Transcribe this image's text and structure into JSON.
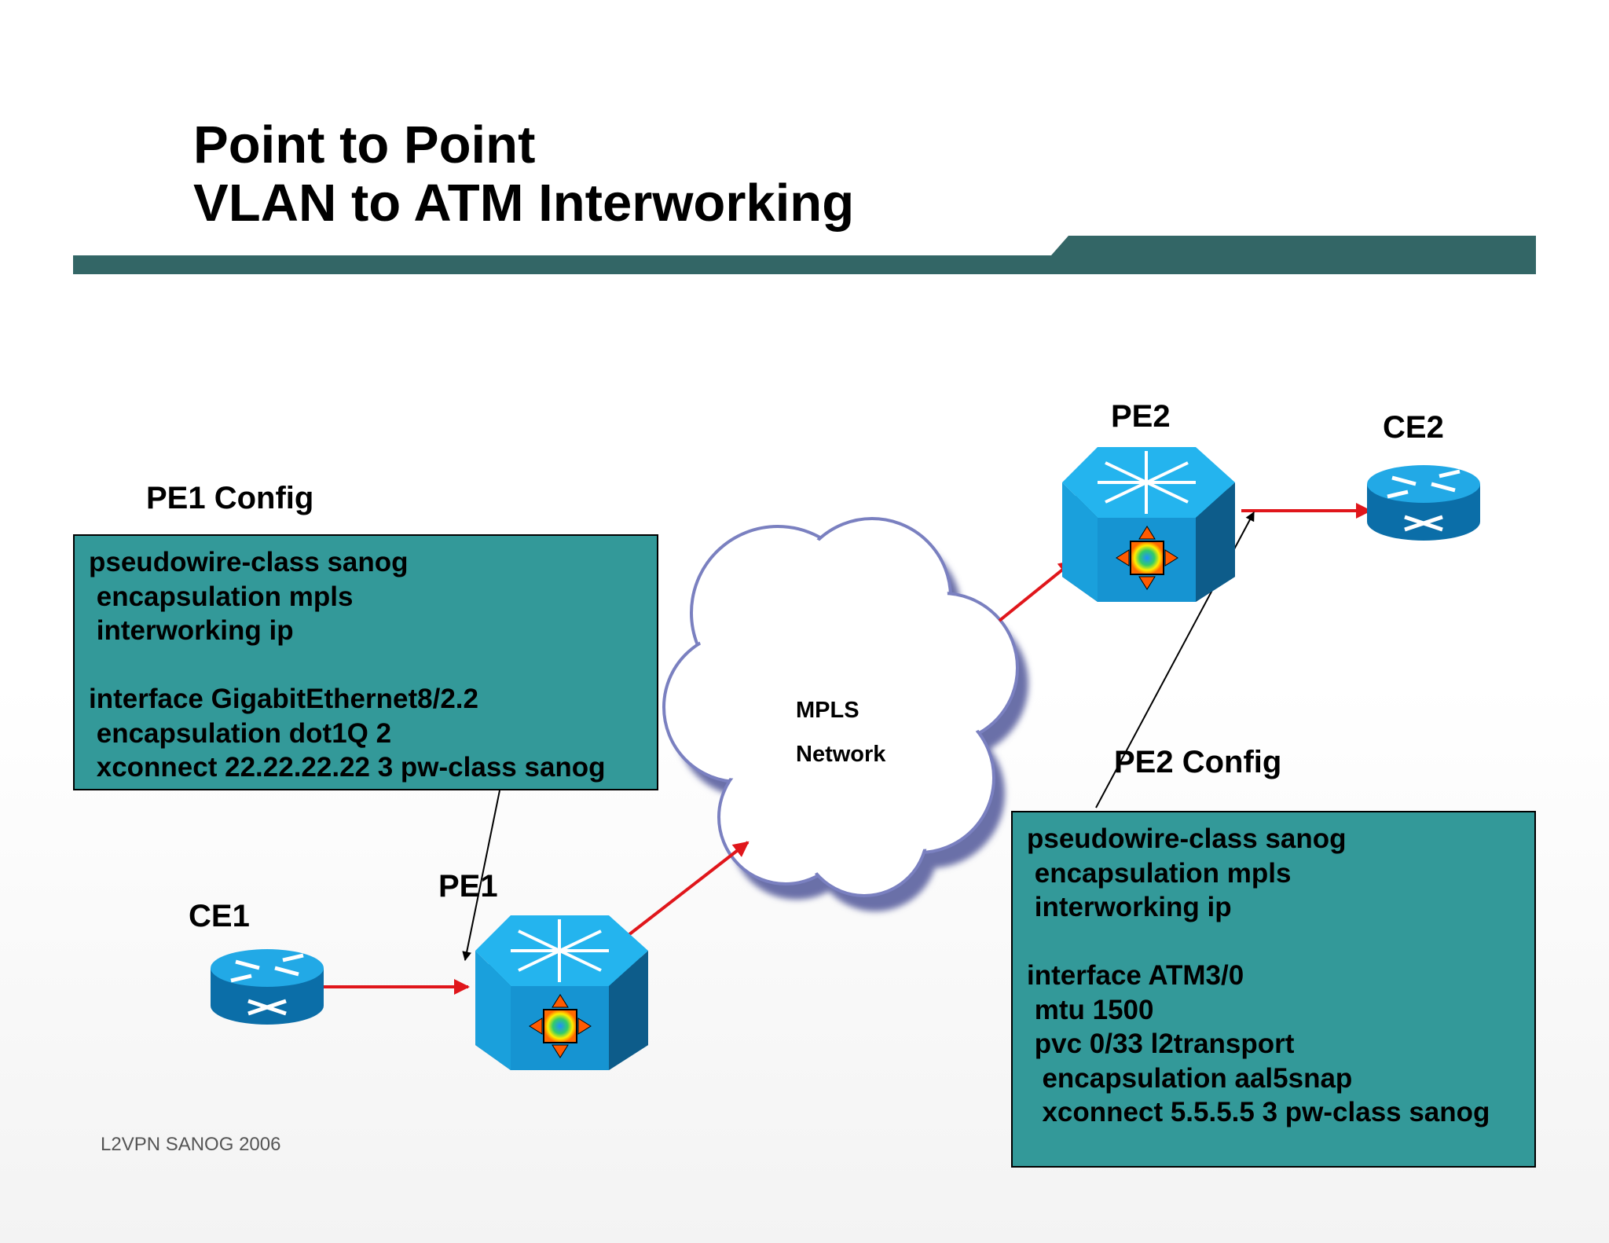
{
  "title": {
    "line1": "Point to Point",
    "line2": "VLAN to ATM Interworking"
  },
  "colors": {
    "title_bar": "#336666",
    "config_box": "#339999",
    "link_arrow": "#e0161b",
    "device_blue": "#1fa3e0",
    "cloud_outline": "#6a6fb0"
  },
  "nodes": {
    "ce1": {
      "label": "CE1",
      "icon": "router-icon"
    },
    "pe1": {
      "label": "PE1",
      "icon": "multilayer-switch-icon"
    },
    "pe2": {
      "label": "PE2",
      "icon": "multilayer-switch-icon"
    },
    "ce2": {
      "label": "CE2",
      "icon": "router-icon"
    }
  },
  "cloud": {
    "line1": "MPLS",
    "line2": "Network",
    "icon": "cloud-icon"
  },
  "pe1_config": {
    "heading": "PE1 Config",
    "lines": [
      "pseudowire-class sanog",
      " encapsulation mpls",
      " interworking ip",
      "",
      "interface GigabitEthernet8/2.2",
      " encapsulation dot1Q 2",
      " xconnect 22.22.22.22 3 pw-class sanog"
    ]
  },
  "pe2_config": {
    "heading": "PE2 Config",
    "lines": [
      "pseudowire-class sanog",
      " encapsulation mpls",
      " interworking ip",
      "",
      "interface ATM3/0",
      " mtu 1500",
      " pvc 0/33 l2transport",
      "  encapsulation aal5snap",
      "  xconnect 5.5.5.5 3 pw-class sanog"
    ]
  },
  "footer": "L2VPN  SANOG 2006"
}
